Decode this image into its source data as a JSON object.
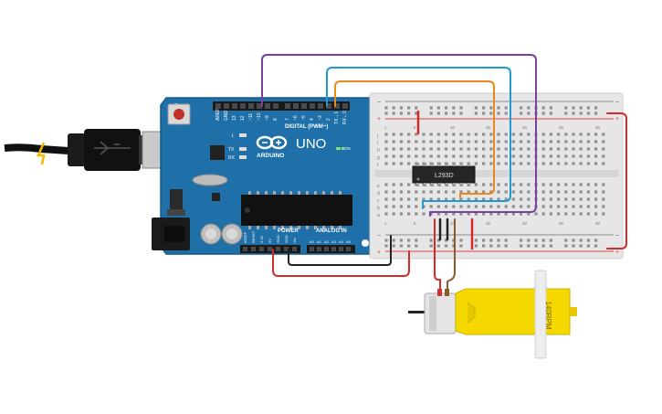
{
  "arduino": {
    "brand": "ARDUINO",
    "model": "UNO",
    "digital_label": "DIGITAL (PWM~)",
    "power_label": "POWER",
    "analog_label": "ANALOG IN",
    "on_label": "ON",
    "led_l": "L",
    "led_tx": "TX",
    "led_rx": "RX",
    "top_pins": [
      "AREF",
      "GND",
      "13",
      "12",
      "~11",
      "~10",
      "~9",
      "8",
      "7",
      "~6",
      "~5",
      "4",
      "~3",
      "2",
      "TX→1",
      "RX←0"
    ],
    "power_pins": [
      "IOREF",
      "RESET",
      "3.3V",
      "5V",
      "GND",
      "GND",
      "Vin"
    ],
    "analog_pins": [
      "A0",
      "A1",
      "A2",
      "A3",
      "A4",
      "A5"
    ]
  },
  "breadboard": {
    "row_letters_top": [
      "j",
      "i",
      "h",
      "g",
      "f"
    ],
    "row_letters_bottom": [
      "e",
      "d",
      "c",
      "b",
      "a"
    ],
    "column_numbers": [
      "1",
      "5",
      "10",
      "15",
      "20",
      "25",
      "30"
    ],
    "rail_plus": "+",
    "rail_minus": "−"
  },
  "chip": {
    "label": "L293D"
  },
  "motor": {
    "label": "140RPM"
  },
  "colors": {
    "board": "#1f6fa8",
    "wire_purple": "#7b3fa0",
    "wire_blue": "#1e9bd0",
    "wire_orange": "#e8891c",
    "wire_red": "#d42a2a",
    "wire_black": "#222222",
    "wire_brown": "#8a5a2b",
    "motor_yellow": "#f5d800"
  }
}
